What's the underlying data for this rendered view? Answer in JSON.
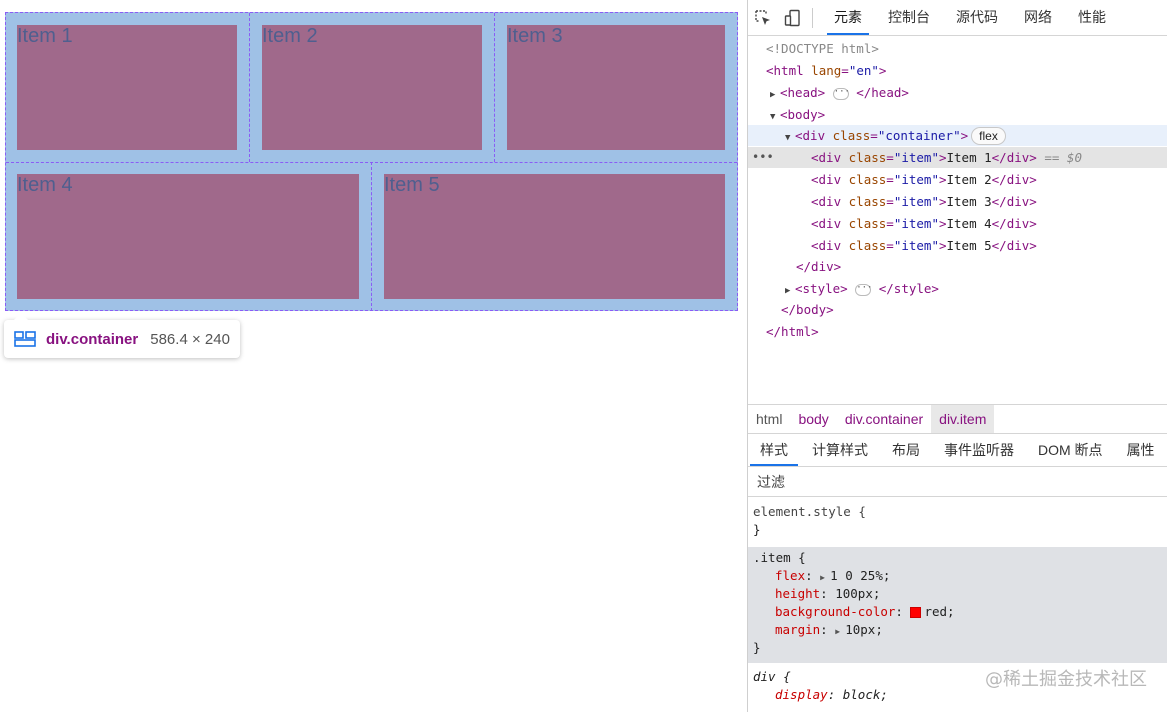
{
  "page": {
    "items": [
      "Item 1",
      "Item 2",
      "Item 3",
      "Item 4",
      "Item 5"
    ]
  },
  "tooltip": {
    "icon": "flex-container-icon",
    "name": "div.container",
    "size": "586.4 × 240"
  },
  "devtools": {
    "tabs": [
      "元素",
      "控制台",
      "源代码",
      "网络",
      "性能"
    ],
    "active_tab": "元素",
    "dom": {
      "doctype": "<!DOCTYPE html>",
      "html_open_tag": "<html",
      "html_lang_attr": "lang",
      "html_lang_val": "\"en\"",
      "head_open": "<head>",
      "head_close": "</head>",
      "body_open": "<body>",
      "div_open": "<div",
      "class_attr": "class",
      "container_val": "\"container\"",
      "flex_badge": "flex",
      "item_val": "\"item\"",
      "div_close": "</div>",
      "items": [
        "Item 1",
        "Item 2",
        "Item 3",
        "Item 4",
        "Item 5"
      ],
      "selected_marker": "== $0",
      "style_open": "<style>",
      "style_close": "</style>",
      "body_close": "</body>",
      "html_close": "</html>"
    },
    "breadcrumbs": [
      "html",
      "body",
      "div.container",
      "div.item"
    ],
    "subtabs": [
      "样式",
      "计算样式",
      "布局",
      "事件监听器",
      "DOM 断点",
      "属性"
    ],
    "active_subtab": "样式",
    "filter_label": "过滤",
    "styles": {
      "element_style": "element.style {",
      "close_brace": "}",
      "item_selector": ".item {",
      "props": [
        {
          "name": "flex",
          "value": "1 0 25%;",
          "expand": true
        },
        {
          "name": "height",
          "value": "100px;",
          "expand": false
        },
        {
          "name": "background-color",
          "value": "red;",
          "swatch": "#ff0000"
        },
        {
          "name": "margin",
          "value": "10px;",
          "expand": true
        }
      ],
      "div_selector": "div {",
      "div_prop": {
        "name": "display",
        "value": "block;"
      }
    }
  },
  "watermark": "@稀土掘金技术社区",
  "colors": {
    "container_overlay": "#9fc1e6",
    "item_fill": "#a0698b",
    "item_text": "#4f5f8f",
    "outline": "#8a5cf5",
    "accent": "#1a73e8"
  }
}
